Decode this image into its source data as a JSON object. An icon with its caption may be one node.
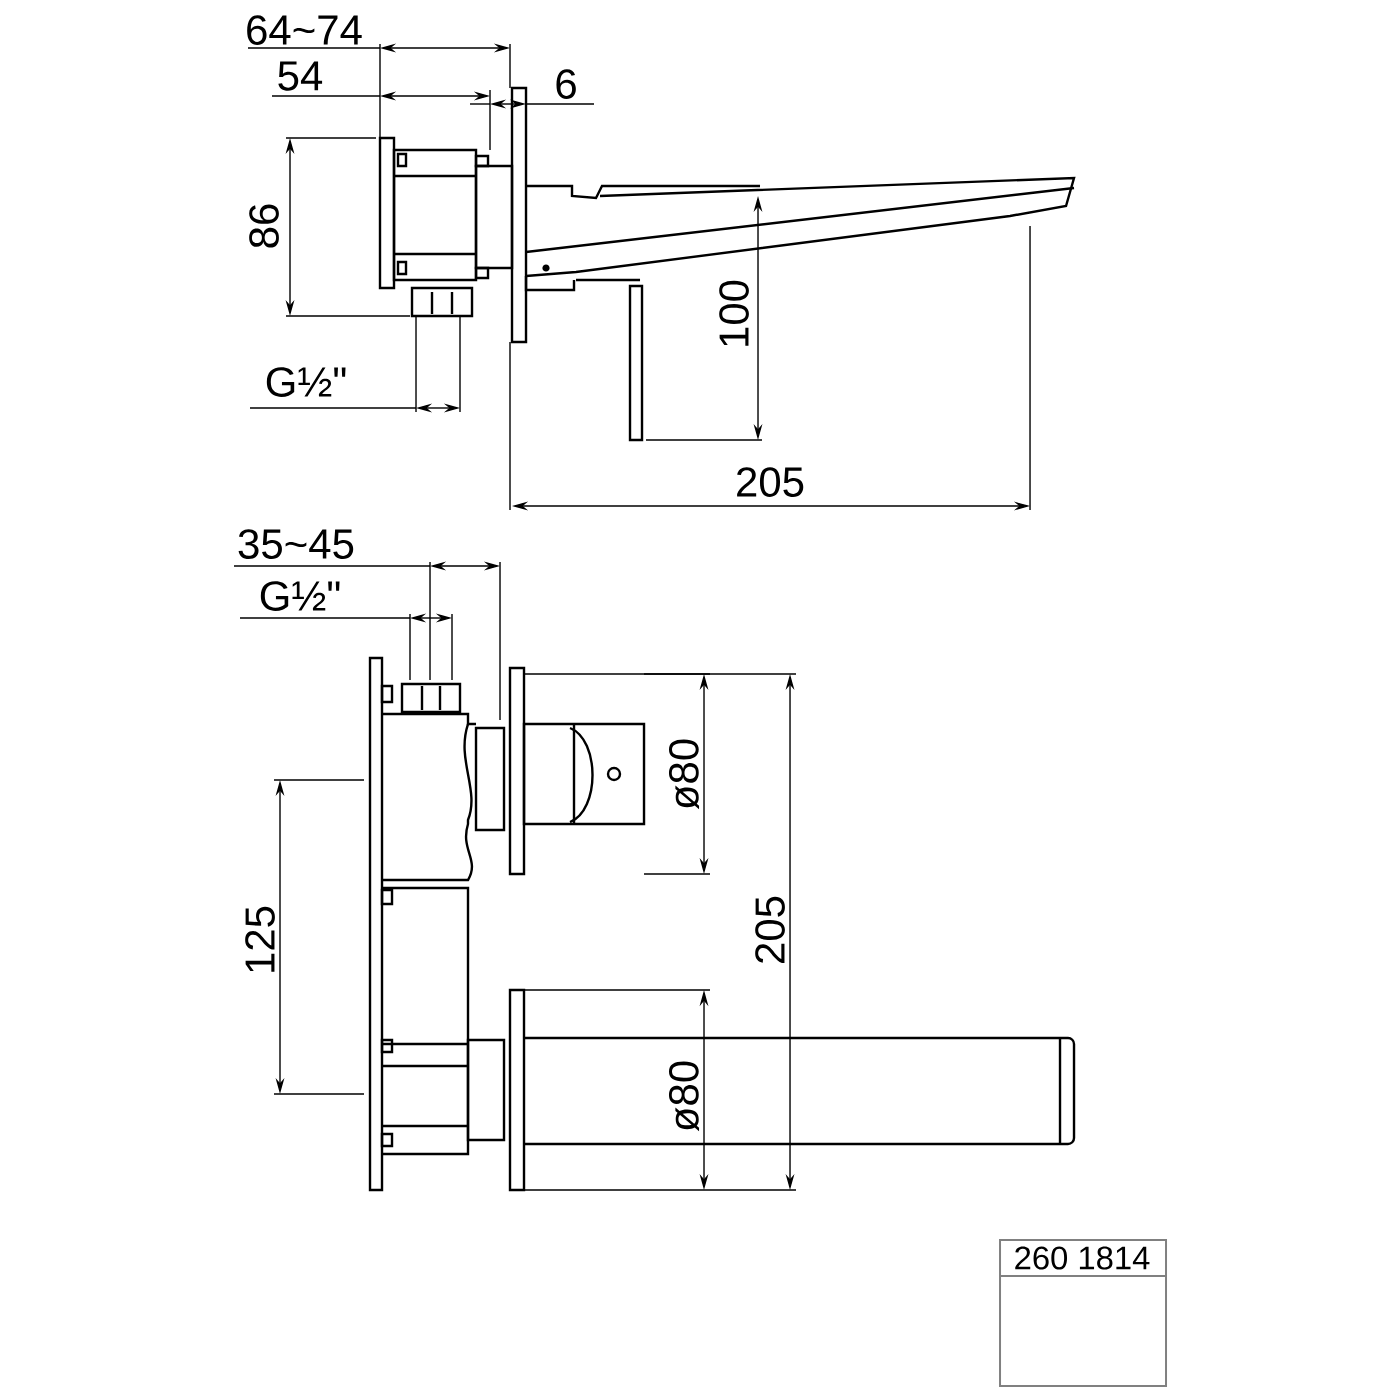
{
  "diagram": {
    "labels": [
      "64~74",
      "54",
      "6",
      "86",
      "G½\"",
      "100",
      "205",
      "35~45",
      "G½\"",
      "ø80",
      "205",
      "125",
      "ø80",
      "260 1814"
    ]
  }
}
